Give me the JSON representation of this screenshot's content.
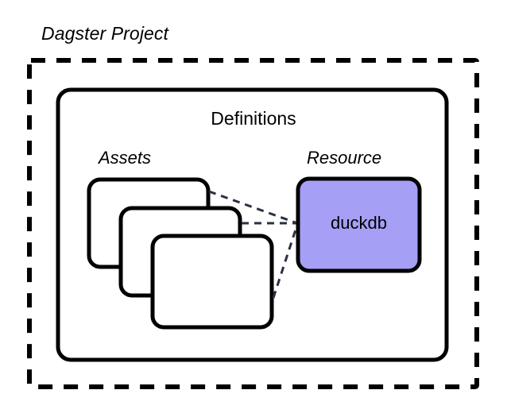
{
  "diagram": {
    "title": "Dagster Project",
    "container": {
      "label": "Definitions",
      "groups": {
        "assets": {
          "label": "Assets",
          "cards": [
            {
              "name": "asset-card-back",
              "label": ""
            },
            {
              "name": "asset-card-middle",
              "label": ""
            },
            {
              "name": "asset-card-front",
              "label": ""
            }
          ]
        },
        "resource": {
          "label": "Resource",
          "node": {
            "label": "duckdb",
            "fill": "#a5a0f5",
            "stroke": "#000000"
          }
        }
      }
    },
    "connections": [
      {
        "from": "asset-card-back",
        "to": "duckdb",
        "style": "dashed"
      },
      {
        "from": "asset-card-middle",
        "to": "duckdb",
        "style": "dashed"
      },
      {
        "from": "asset-card-front",
        "to": "duckdb",
        "style": "dashed"
      }
    ],
    "colors": {
      "outline": "#000000",
      "background": "#ffffff",
      "connector": "#2b3141",
      "resource_fill": "#a5a0f5"
    }
  }
}
